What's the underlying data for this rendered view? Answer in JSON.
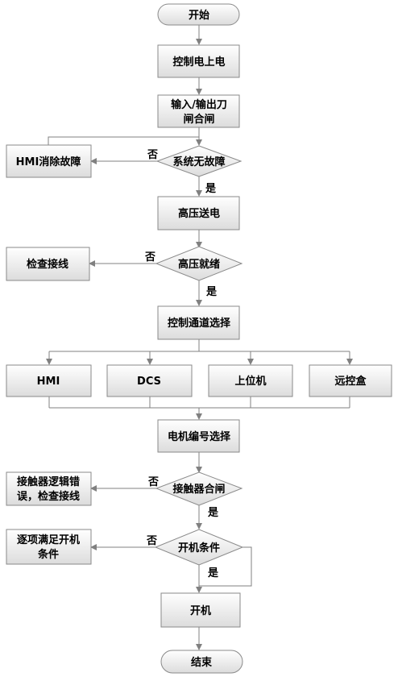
{
  "flowchart": {
    "start": "开始",
    "power_on": "控制电上电",
    "switch_close_1": "输入/输出刀",
    "switch_close_2": "闸合闸",
    "no_fault": "系统无故障",
    "hmi_clear": "HMI消除故障",
    "hv_send": "高压送电",
    "hv_ready": "高压就绪",
    "check_wiring": "检查接线",
    "channel_select": "控制通道选择",
    "ch_hmi": "HMI",
    "ch_dcs": "DCS",
    "ch_upper": "上位机",
    "ch_remote": "远控盒",
    "motor_select": "电机编号选择",
    "contactor_close": "接触器合闸",
    "contactor_err_1": "接触器逻辑错",
    "contactor_err_2": "误，检查接线",
    "start_cond": "开机条件",
    "meet_cond_1": "逐项满足开机",
    "meet_cond_2": "条件",
    "start_machine": "开机",
    "end": "结束",
    "yes": "是",
    "no": "否"
  }
}
